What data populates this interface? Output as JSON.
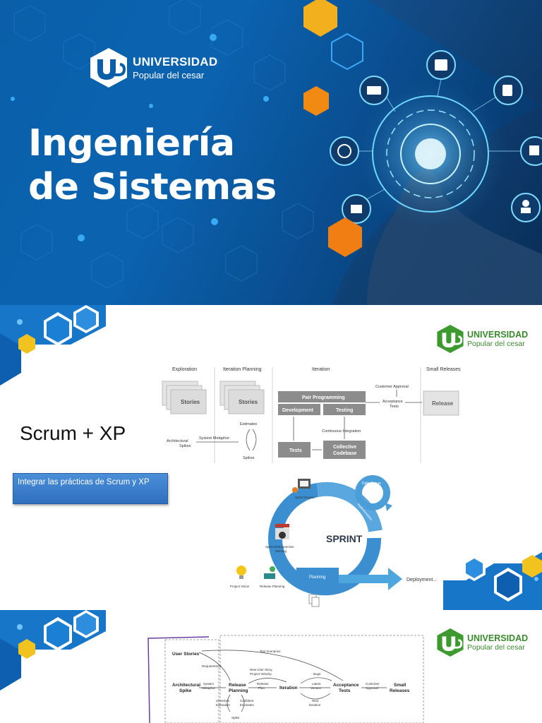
{
  "slide1": {
    "logo": {
      "name": "UNIVERSIDAD",
      "subtitle": "Popular del cesar"
    },
    "title_line1": "Ingeniería",
    "title_line2": "de Sistemas"
  },
  "slide2": {
    "logo": {
      "name": "UNIVERSIDAD",
      "subtitle": "Popular del cesar"
    },
    "title": "Scrum + XP",
    "callout": "Integrar las prácticas de Scrum y XP",
    "xp": {
      "exploration": "Exploration",
      "iteration_planning": "Iteration Planning",
      "iteration": "Iteration",
      "small_releases": "Small Releases",
      "stories1": "Stories",
      "stories2": "Stories",
      "pair_programming": "Pair Programming",
      "development": "Development",
      "testing": "Testing",
      "customer_approval": "Customer Approval",
      "acceptance": "Acceptance",
      "tests_label": "Tests",
      "release": "Release",
      "estimates": "Estimates",
      "architectural": "Architectural",
      "spikes": "Spikes",
      "system_metaphor": "System Metaphor",
      "spikes2": "Spikes",
      "continuous_integration": "Continuous Integration",
      "tests_box": "Tests",
      "collective": "Collective",
      "codebase": "Codebase"
    },
    "sprint": {
      "center": "SPRINT",
      "daily_scrum": "Daily Scrum",
      "sprint_review": "Sprint Review",
      "retro1": "Sprint Retrospective",
      "retro2": "Meeting",
      "project_vision": "Project Vision",
      "release_planning": "Release Planning",
      "planning": "Planning",
      "review": "Review",
      "implementation": "Implementation",
      "retrospective": "Retrospective",
      "deployment": "Deployment..."
    }
  },
  "slide3": {
    "logo": {
      "name": "UNIVERSIDAD",
      "subtitle": "Popular del cesar"
    },
    "flow": {
      "user_stories": "User Stories",
      "requirements": "Requirements",
      "test_scenarios": "Test Scenarios",
      "architectural": "Architectural",
      "spike": "Spike",
      "system": "System",
      "metaphor": "Metaphor",
      "release": "Release",
      "planning": "Planning",
      "new_user_story": "New User Story,",
      "project_velocity": "Project Velocity",
      "release_plan1": "Release",
      "release_plan2": "Plan",
      "iteration": "Iteration",
      "bugs": "Bugs",
      "latest": "Latest",
      "version": "Version",
      "acceptance": "Acceptance",
      "tests": "Tests",
      "customer": "Customer",
      "approval": "Approval",
      "small": "Small",
      "releases": "Releases",
      "uncertain": "Uncertain",
      "estimates1": "Estimates",
      "confident": "Confident",
      "estimates2": "Estimates",
      "next": "Next",
      "iteration2": "Iteration",
      "spike2": "Spike"
    }
  }
}
